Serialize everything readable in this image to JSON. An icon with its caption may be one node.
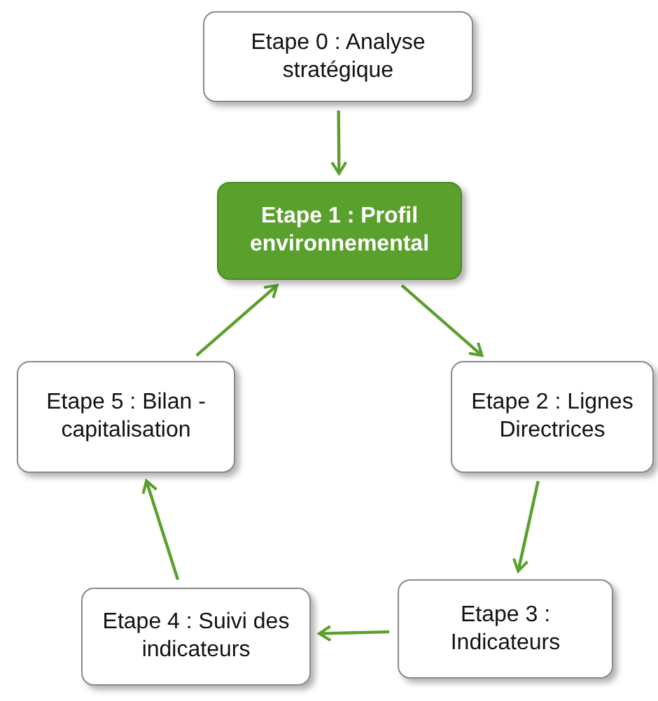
{
  "diagram": {
    "nodes": [
      {
        "text": [
          "Etape 0 : Analyse stratégique"
        ]
      },
      {
        "text": [
          "Etape 1 : Profil environnemental"
        ]
      },
      {
        "text": [
          "Etape 2 : Lignes Directrices"
        ]
      },
      {
        "text": [
          "Etape 3 : Indicateurs"
        ]
      },
      {
        "text": [
          "Etape 4 : Suivi des indicateurs"
        ]
      },
      {
        "text": [
          "Etape 5 : Bilan - capitalisation"
        ]
      }
    ],
    "edges": [
      {
        "from": 0,
        "to": 1,
        "arrow": "to"
      },
      {
        "from": 1,
        "to": 2,
        "arrow": "to"
      },
      {
        "from": 2,
        "to": 3,
        "arrow": "to"
      },
      {
        "from": 3,
        "to": 4,
        "arrow": "to"
      },
      {
        "from": 4,
        "to": 5,
        "arrow": "to"
      },
      {
        "from": 5,
        "to": 1,
        "arrow": "to"
      }
    ]
  }
}
